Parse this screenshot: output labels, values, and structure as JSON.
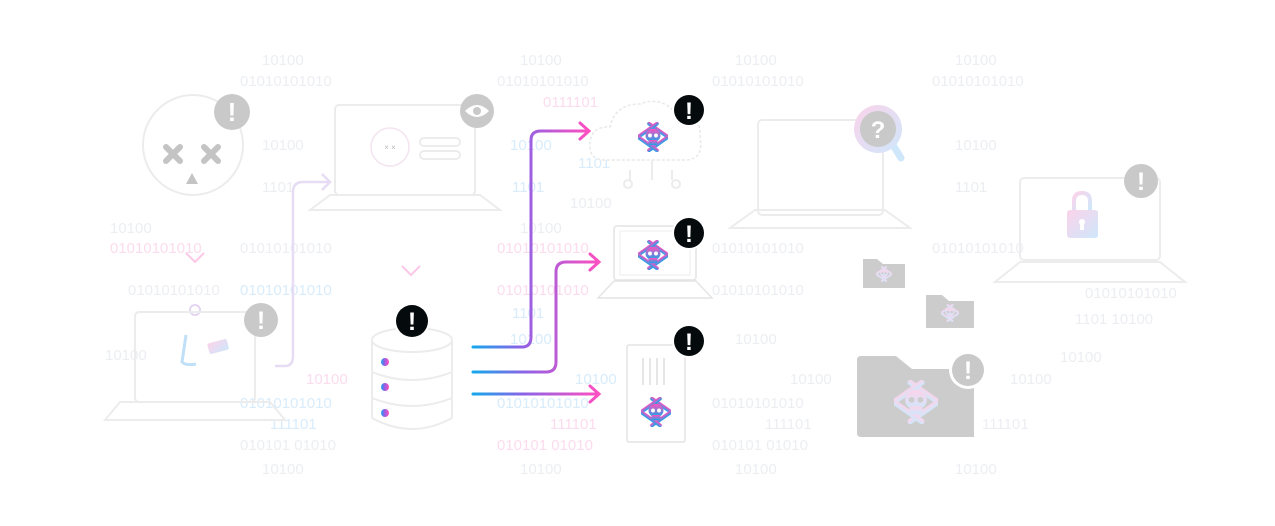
{
  "illustration": {
    "alert_glyph": "!",
    "question_glyph": "?",
    "binary": [
      "10100",
      "01010101010",
      "0111101",
      "1101",
      "10100",
      "01010101010",
      "1101",
      "111101",
      "010101 01010",
      "1101 10100"
    ]
  },
  "colors": {
    "pink": "#ff4fc0",
    "blue": "#14a8ec",
    "purple": "#8a63e6",
    "alert_black": "#050a0c",
    "alert_grey": "#c9c9c9",
    "folder_grey": "#cccccc"
  },
  "icons": [
    "dead-face-icon",
    "eye-icon",
    "database-icon",
    "cloud-icon",
    "laptop-icon",
    "server-icon",
    "skull-crossbones-icon",
    "magnifier-question-icon",
    "folder-skull-icon",
    "lock-icon",
    "alert-icon"
  ]
}
